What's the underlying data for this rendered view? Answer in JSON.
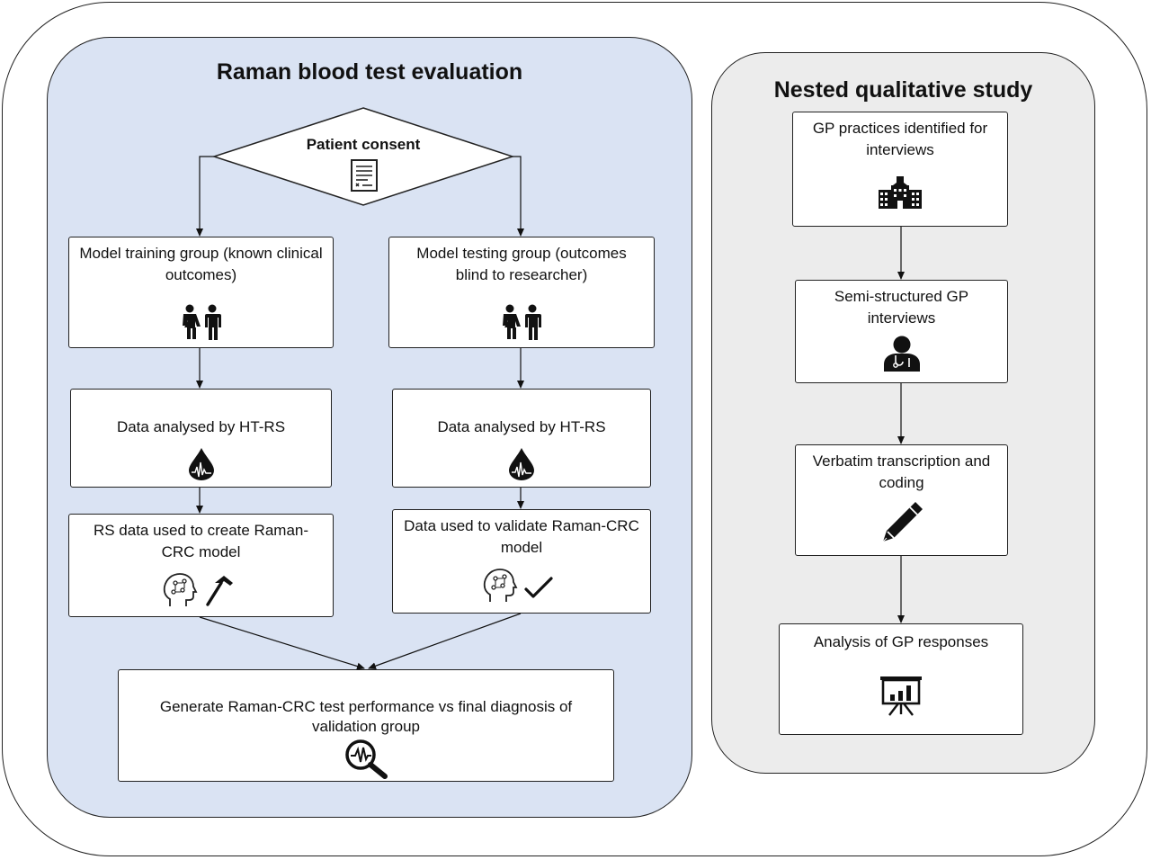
{
  "left_panel": {
    "title": "Raman blood test evaluation",
    "consent": {
      "label": "Patient consent",
      "icon": "consent-form-icon"
    },
    "training_group": {
      "label": "Model training group (known clinical outcomes)",
      "icon": "people-icon"
    },
    "testing_group": {
      "label": "Model testing group (outcomes blind to researcher)",
      "icon": "people-icon"
    },
    "analysis_left": {
      "label": "Data analysed by HT-RS",
      "icon": "blood-drop-spectrum-icon"
    },
    "analysis_right": {
      "label": "Data analysed by HT-RS",
      "icon": "blood-drop-spectrum-icon"
    },
    "create_model": {
      "label": "RS data used to create Raman-CRC model",
      "icon": "ai-head-hammer-icon"
    },
    "validate_model": {
      "label": "Data used to validate Raman-CRC model",
      "icon": "ai-head-check-icon"
    },
    "performance": {
      "label": "Generate Raman-CRC test performance vs final diagnosis of validation group",
      "icon": "magnifier-waveform-icon"
    }
  },
  "right_panel": {
    "title": "Nested qualitative study",
    "practices": {
      "label": "GP practices identified for interviews",
      "icon": "building-icon"
    },
    "interviews": {
      "label": "Semi-structured GP interviews",
      "icon": "doctor-icon"
    },
    "transcription": {
      "label": "Verbatim transcription and coding",
      "icon": "pencil-icon"
    },
    "analysis": {
      "label": "Analysis of GP responses",
      "icon": "presentation-chart-icon"
    }
  },
  "colors": {
    "left_panel_fill": "#dae3f3",
    "right_panel_fill": "#ececec",
    "stroke": "#222222"
  }
}
